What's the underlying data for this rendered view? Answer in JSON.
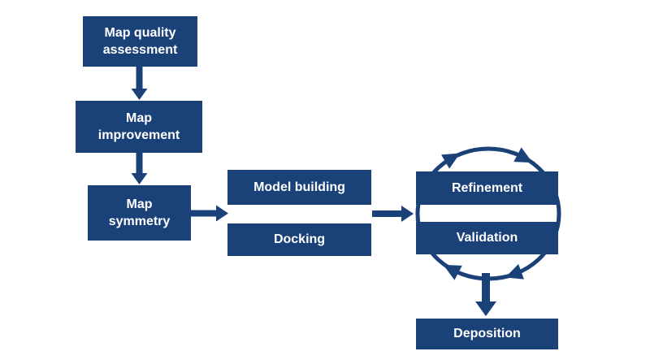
{
  "colors": {
    "node_fill": "#1B4179",
    "arrow": "#1B4179",
    "node_text": "#FFFFFF",
    "background": "#FFFFFF"
  },
  "nodes": {
    "map_quality": {
      "label": "Map quality assessment"
    },
    "map_improvement": {
      "label": "Map improvement"
    },
    "map_symmetry": {
      "label": "Map symmetry"
    },
    "model_building": {
      "label": "Model building"
    },
    "docking": {
      "label": "Docking"
    },
    "refinement": {
      "label": "Refinement"
    },
    "validation": {
      "label": "Validation"
    },
    "deposition": {
      "label": "Deposition"
    }
  },
  "edges": [
    {
      "from": "Map quality assessment",
      "to": "Map improvement",
      "type": "straight-down"
    },
    {
      "from": "Map improvement",
      "to": "Map symmetry",
      "type": "straight-down"
    },
    {
      "from": "Map symmetry",
      "to": "Model building / Docking",
      "type": "straight-right"
    },
    {
      "from": "Model building / Docking",
      "to": "Refinement / Validation",
      "type": "straight-right"
    },
    {
      "from": "Refinement",
      "to": "Validation",
      "type": "clockwise-cycle"
    },
    {
      "from": "Refinement / Validation cycle",
      "to": "Deposition",
      "type": "straight-down"
    }
  ]
}
